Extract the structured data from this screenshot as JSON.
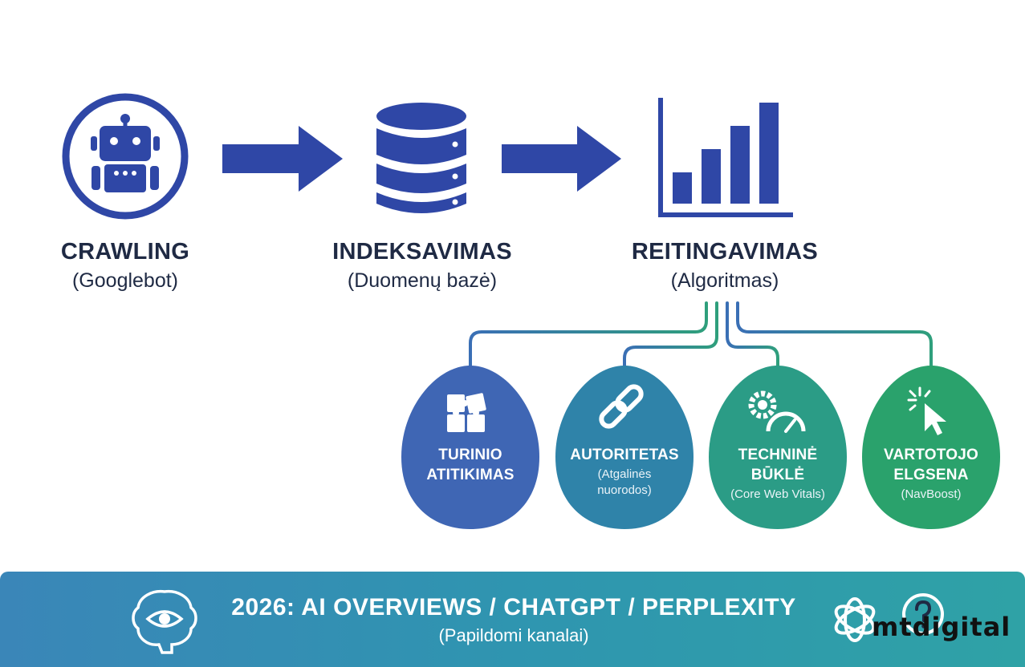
{
  "steps": [
    {
      "title": "CRAWLING",
      "subtitle": "(Googlebot)",
      "icon": "robot-icon"
    },
    {
      "title": "INDEKSAVIMAS",
      "subtitle": "(Duomenų bazė)",
      "icon": "database-icon"
    },
    {
      "title": "REITINGAVIMAS",
      "subtitle": "(Algoritmas)",
      "icon": "bar-chart-icon"
    }
  ],
  "factors": [
    {
      "title_line1": "TURINIO",
      "title_line2": "ATITIKIMAS",
      "subtitle_line1": "",
      "subtitle_line2": "",
      "icon": "puzzle-icon",
      "color": "#3f66b4"
    },
    {
      "title_line1": "AUTORITETAS",
      "title_line2": "",
      "subtitle_line1": "(Atgalinės",
      "subtitle_line2": "nuorodos)",
      "icon": "link-icon",
      "color": "#2f83a9"
    },
    {
      "title_line1": "TECHNINĖ",
      "title_line2": "BŪKLĖ",
      "subtitle_line1": "(Core Web Vitals)",
      "subtitle_line2": "",
      "icon": "gear-gauge-icon",
      "color": "#2b9c86"
    },
    {
      "title_line1": "VARTOTOJO",
      "title_line2": "ELGSENA",
      "subtitle_line1": "(NavBoost)",
      "subtitle_line2": "",
      "icon": "cursor-click-icon",
      "color": "#2aa26c"
    }
  ],
  "footer": {
    "title": "2026: AI OVERVIEWS / CHATGPT / PERPLEXITY",
    "subtitle": "(Papildomi kanalai)",
    "icons": [
      "brain-eye-icon",
      "openai-icon",
      "perplexity-icon"
    ]
  },
  "brand": {
    "logo_text": "mtdigital"
  },
  "colors": {
    "primary": "#2f47a6",
    "footer_start": "#3a86b8",
    "footer_end": "#2fa2a6"
  }
}
